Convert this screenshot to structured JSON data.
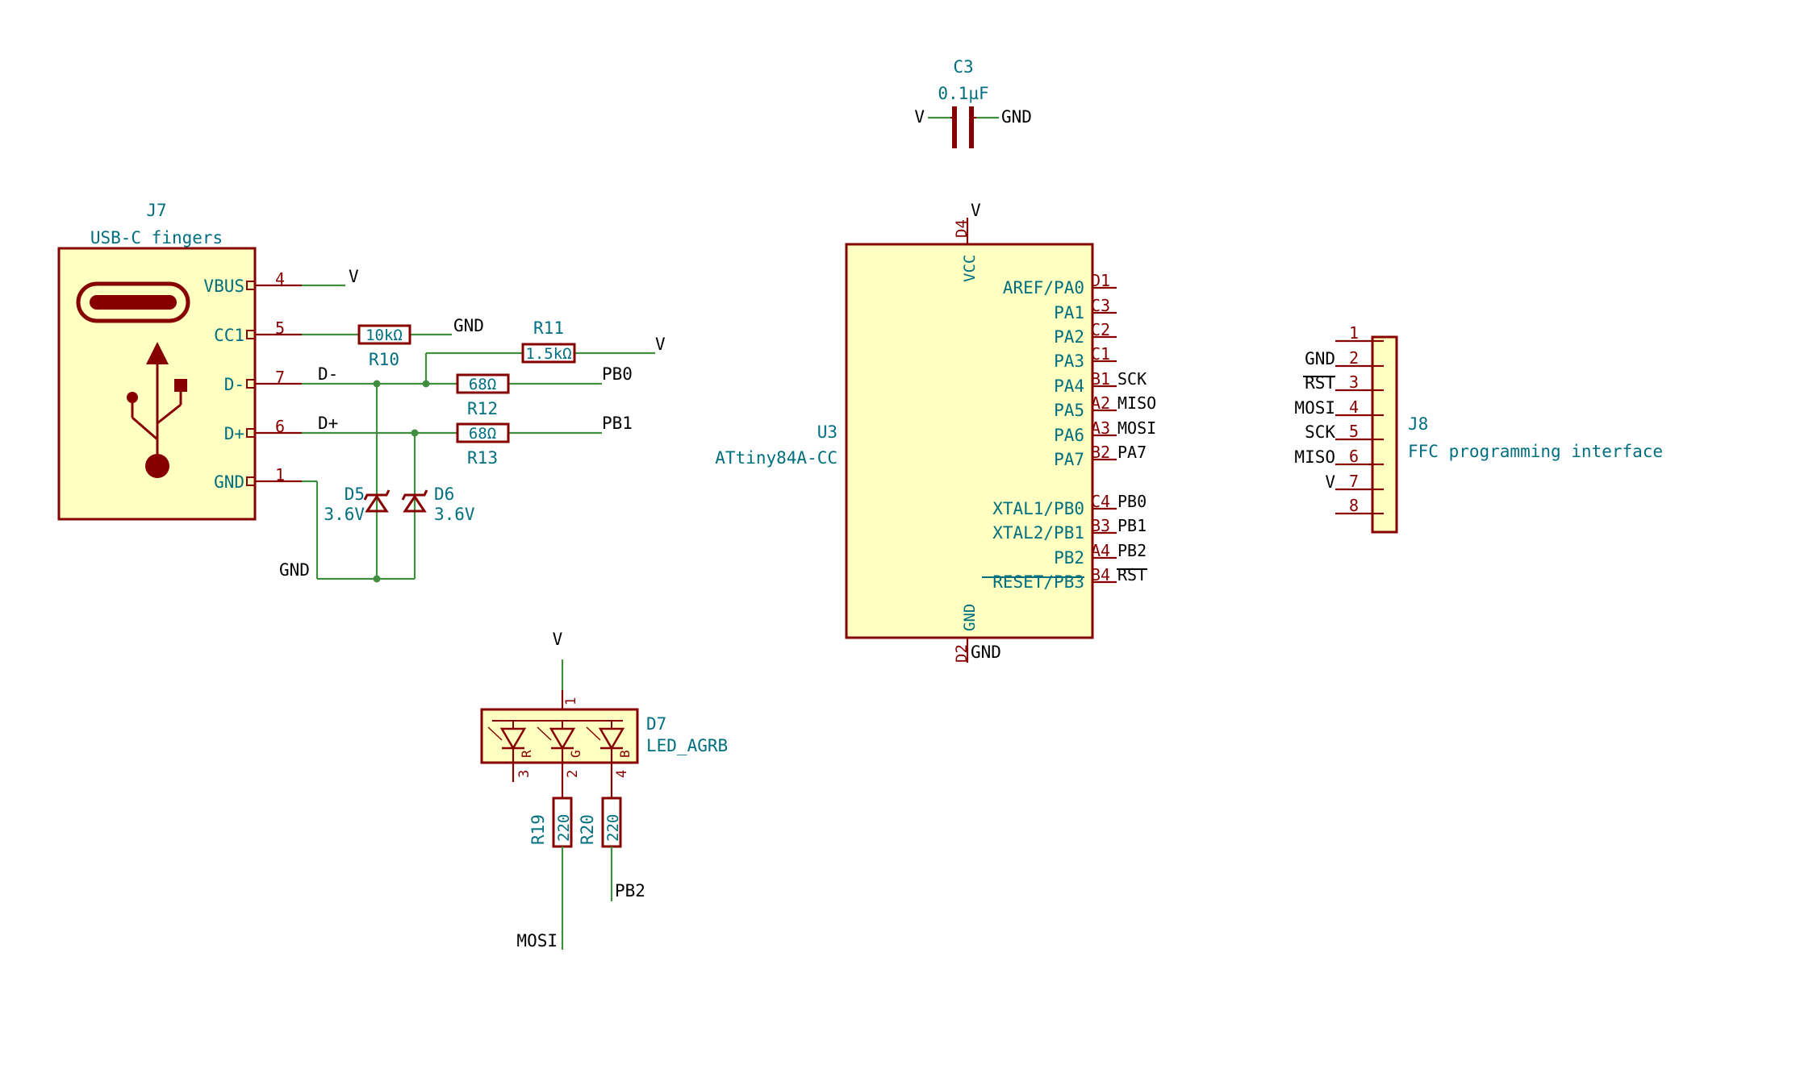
{
  "components": {
    "j7": {
      "ref": "J7",
      "value": "USB-C fingers",
      "pins": [
        {
          "name": "VBUS",
          "num": "4",
          "net": "V"
        },
        {
          "name": "CC1",
          "num": "5",
          "net": "GND"
        },
        {
          "name": "D-",
          "num": "7",
          "net": "D-"
        },
        {
          "name": "D+",
          "num": "6",
          "net": "D+"
        },
        {
          "name": "GND",
          "num": "1",
          "net": "GND"
        }
      ]
    },
    "r10": {
      "ref": "R10",
      "value": "10kΩ"
    },
    "r11": {
      "ref": "R11",
      "value": "1.5kΩ"
    },
    "r12": {
      "ref": "R12",
      "value": "68Ω"
    },
    "r13": {
      "ref": "R13",
      "value": "68Ω"
    },
    "d5": {
      "ref": "D5",
      "value": "3.6V"
    },
    "d6": {
      "ref": "D6",
      "value": "3.6V"
    },
    "c3": {
      "ref": "C3",
      "value": "0.1µF"
    },
    "u3": {
      "ref": "U3",
      "value": "ATtiny84A-CC",
      "vcc": {
        "name": "VCC",
        "num": "D4",
        "net": "V"
      },
      "gnd": {
        "name": "GND",
        "num": "D2",
        "net": "GND"
      },
      "right_pins": [
        {
          "name": "AREF/PA0",
          "num": "D1",
          "net": ""
        },
        {
          "name": "PA1",
          "num": "C3",
          "net": ""
        },
        {
          "name": "PA2",
          "num": "C2",
          "net": ""
        },
        {
          "name": "PA3",
          "num": "C1",
          "net": ""
        },
        {
          "name": "PA4",
          "num": "B1",
          "net": "SCK"
        },
        {
          "name": "PA5",
          "num": "A2",
          "net": "MISO"
        },
        {
          "name": "PA6",
          "num": "A3",
          "net": "MOSI"
        },
        {
          "name": "PA7",
          "num": "B2",
          "net": "PA7"
        },
        {
          "name": "XTAL1/PB0",
          "num": "C4",
          "net": "PB0"
        },
        {
          "name": "XTAL2/PB1",
          "num": "B3",
          "net": "PB1"
        },
        {
          "name": "PB2",
          "num": "A4",
          "net": "PB2"
        },
        {
          "name": "RESET/PB3",
          "num": "B4",
          "net": "RST"
        }
      ]
    },
    "j8": {
      "ref": "J8",
      "value": "FFC programming interface",
      "pins": [
        {
          "num": "1",
          "net": ""
        },
        {
          "num": "2",
          "net": "GND"
        },
        {
          "num": "3",
          "net": "RST"
        },
        {
          "num": "4",
          "net": "MOSI"
        },
        {
          "num": "5",
          "net": "SCK"
        },
        {
          "num": "6",
          "net": "MISO"
        },
        {
          "num": "7",
          "net": "V"
        },
        {
          "num": "8",
          "net": ""
        }
      ]
    },
    "d7": {
      "ref": "D7",
      "value": "LED_AGRB",
      "pin_nums": [
        "1",
        "3",
        "2",
        "4"
      ],
      "die_letters": [
        "R",
        "G",
        "B"
      ]
    },
    "r19": {
      "ref": "R19",
      "value": "220"
    },
    "r20": {
      "ref": "R20",
      "value": "220"
    }
  },
  "nets": {
    "v": "V",
    "gnd": "GND",
    "dminus": "D-",
    "dplus": "D+",
    "pb0": "PB0",
    "pb1": "PB1",
    "pb2": "PB2",
    "mosi": "MOSI"
  }
}
